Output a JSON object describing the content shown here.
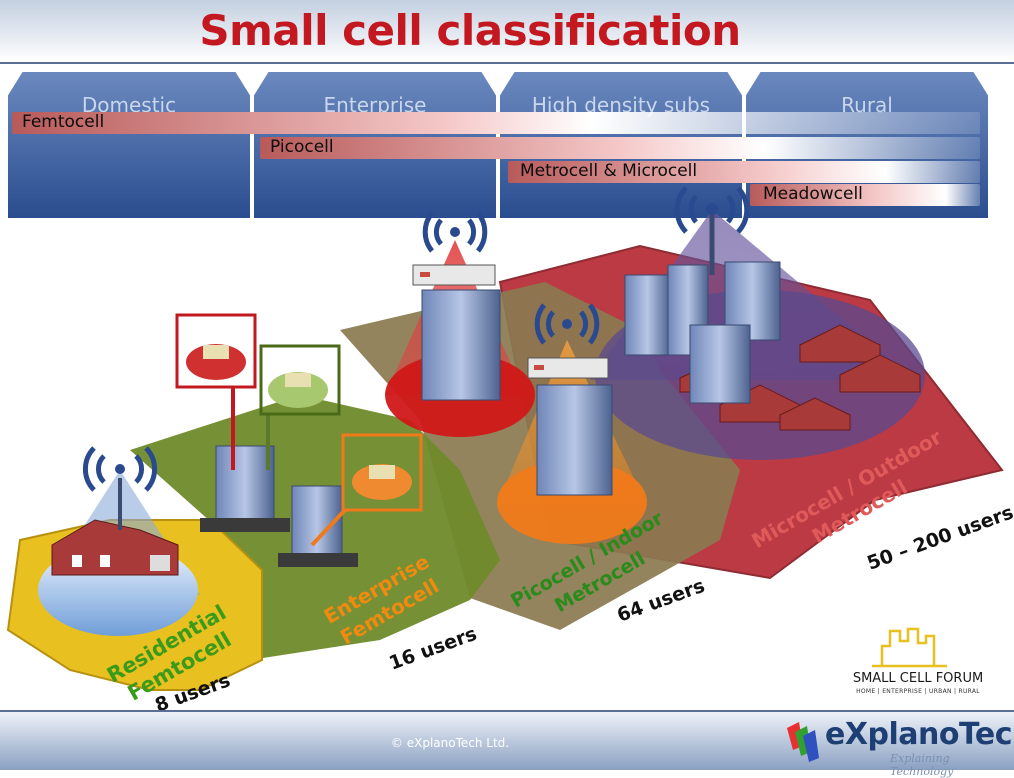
{
  "header": {
    "title": "Small cell classification"
  },
  "segments": [
    {
      "label": "Domestic"
    },
    {
      "label": "Enterprise"
    },
    {
      "label": "High density subs"
    },
    {
      "label": "Rural"
    }
  ],
  "cell_types": [
    {
      "label": "Femtocell"
    },
    {
      "label": "Picocell"
    },
    {
      "label": "Metrocell & Microcell"
    },
    {
      "label": "Meadowcell"
    }
  ],
  "zones": [
    {
      "name_line1": "Residential",
      "name_line2": "Femtocell",
      "users": "8 users",
      "color": "#e8c020",
      "label_color": "#3a9a1a"
    },
    {
      "name_line1": "Enterprise",
      "name_line2": "Femtocell",
      "users": "16 users",
      "color": "#6f8a2a",
      "label_color": "#f08a10"
    },
    {
      "name_line1": "Picocell / Indoor",
      "name_line2": "Metrocell",
      "users": "64 users",
      "color": "#8a7a50",
      "label_color": "#2a8a1a"
    },
    {
      "name_line1": "Microcell / Outdoor",
      "name_line2": "Metrocell",
      "users": "50 – 200 users",
      "color": "#b8303a",
      "label_color": "#e05a5a"
    }
  ],
  "logos": {
    "partner_name": "SMALL CELL FORUM",
    "partner_tagline": "HOME | ENTERPRISE | URBAN | RURAL",
    "brand_name": "eXplanoTech",
    "brand_tagline": "Explaining Technology"
  },
  "footer": {
    "copyright": "© eXplanoTech Ltd."
  },
  "icons": [
    "antenna-icon",
    "building-icon",
    "house-icon",
    "router-icon",
    "cell-coverage-icon"
  ]
}
